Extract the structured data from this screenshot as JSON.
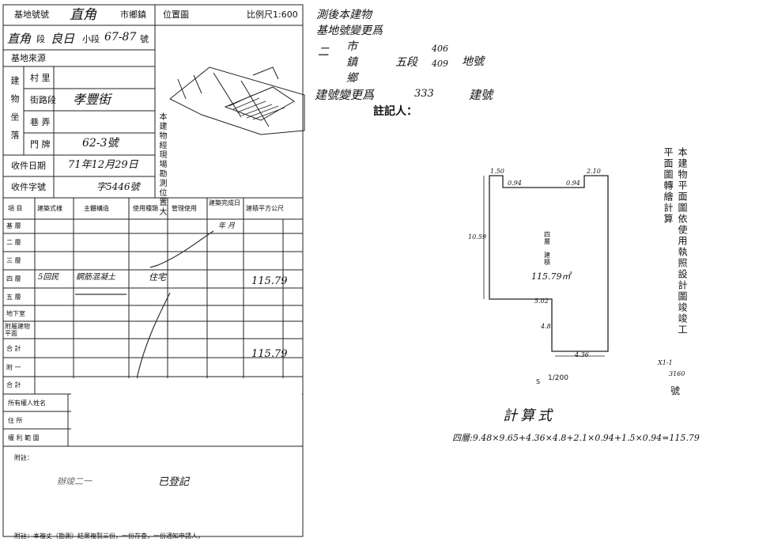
{
  "left_form": {
    "header": {
      "base_number_label": "基地號號",
      "district_handwritten": "直角",
      "city_town_label": "市鄉鎮",
      "location_map_label": "位置圖",
      "scale_label": "比例尺1:600"
    },
    "lot_line": {
      "district_handwritten": "直角",
      "section_label": "段",
      "section_handwritten": "良日",
      "subsection_label": "小段",
      "lot_handwritten": "67-87",
      "number_suffix": "號"
    },
    "base_source_label": "基地來源",
    "building_location": {
      "label": "建物坐落",
      "rows": [
        {
          "label": "村 里",
          "value": ""
        },
        {
          "label": "街路段",
          "value": "孝豐街"
        },
        {
          "label": "巷 弄",
          "value": ""
        },
        {
          "label": "門 牌",
          "value": "62-3號"
        }
      ]
    },
    "map_note": "本建物經現場勘測位置大",
    "receipt_date": {
      "label": "收件日期",
      "value": "71年12月29日"
    },
    "receipt_number": {
      "label": "收件字號",
      "value": "字5446號"
    },
    "table": {
      "headers": [
        "項 目",
        "建築式樣",
        "主體構造",
        "使用種類",
        "管理使用",
        "建築完成日",
        "建積平方公尺"
      ],
      "completion_handwritten": "年 月",
      "rows": [
        {
          "label": "基 層",
          "style": "",
          "structure": "",
          "use": "",
          "area": ""
        },
        {
          "label": "二 層",
          "style": "",
          "structure": "",
          "use": "",
          "area": ""
        },
        {
          "label": "三 層",
          "style": "",
          "structure": "",
          "use": "",
          "area": ""
        },
        {
          "label": "四 層",
          "style": "5回民",
          "structure": "鋼筋混凝土",
          "use": "住宅",
          "area": "115.79"
        },
        {
          "label": "五 層",
          "style": "",
          "structure": "",
          "use": "",
          "area": ""
        },
        {
          "label": "地下室",
          "style": "",
          "structure": "",
          "use": "",
          "area": ""
        },
        {
          "label": "附屬建物平面",
          "style": "",
          "structure": "",
          "use": "",
          "area": ""
        },
        {
          "label": "合 計",
          "style": "",
          "structure": "",
          "use": "",
          "area": "115.79"
        },
        {
          "label": "附 一",
          "style": "",
          "structure": "",
          "use": "",
          "area": ""
        },
        {
          "label": "合 計",
          "style": "",
          "structure": "",
          "use": "",
          "area": ""
        }
      ]
    },
    "owner_rows": [
      "所有權人姓名",
      "住 所",
      "權 利 範 圍"
    ],
    "remarks_label": "附註：",
    "remarks_handwritten": "辦竣二一",
    "remarks_stamp": "已登記",
    "footer": "附註：本複丈（勘測）結果複製三份，一份存查，一份通知申請人，"
  },
  "right_page": {
    "top_note": {
      "line1": "測後本建物",
      "line2": "基地號變更爲",
      "line3_prefix": "二",
      "line3_town": "市",
      "line4": "鎮",
      "line5": "鄉",
      "section_text": "五段",
      "lot_numbers_top": "406",
      "lot_numbers_bottom": "409",
      "lot_suffix": "地號",
      "bldg_change_label": "建號變更爲",
      "bldg_number": "333",
      "bldg_suffix": "建號",
      "annotator": "註記人："
    },
    "plan": {
      "dims": {
        "top_left": "1.50",
        "top_right": "2.10",
        "top_a": "0.94",
        "top_b": "0.94",
        "left_side": "10.59",
        "step": "5.02",
        "step_right": "4.8",
        "bottom": "4.36"
      },
      "floor_label": "四層",
      "area_label": "建積",
      "area_value": "115.79㎡",
      "scale": "1/200",
      "scale_prefix": "S"
    },
    "side_note": "本建物平面圖依使用執照設計圖竣竣工平面圖轉繪計算",
    "side_number_top": "X1-1",
    "side_number_bottom": "3160",
    "side_number_suffix": "號",
    "formula_title": "計算式",
    "formula": "四層:9.48×9.65+4.36×4.8+2.1×0.94+1.5×0.94=115.79"
  }
}
